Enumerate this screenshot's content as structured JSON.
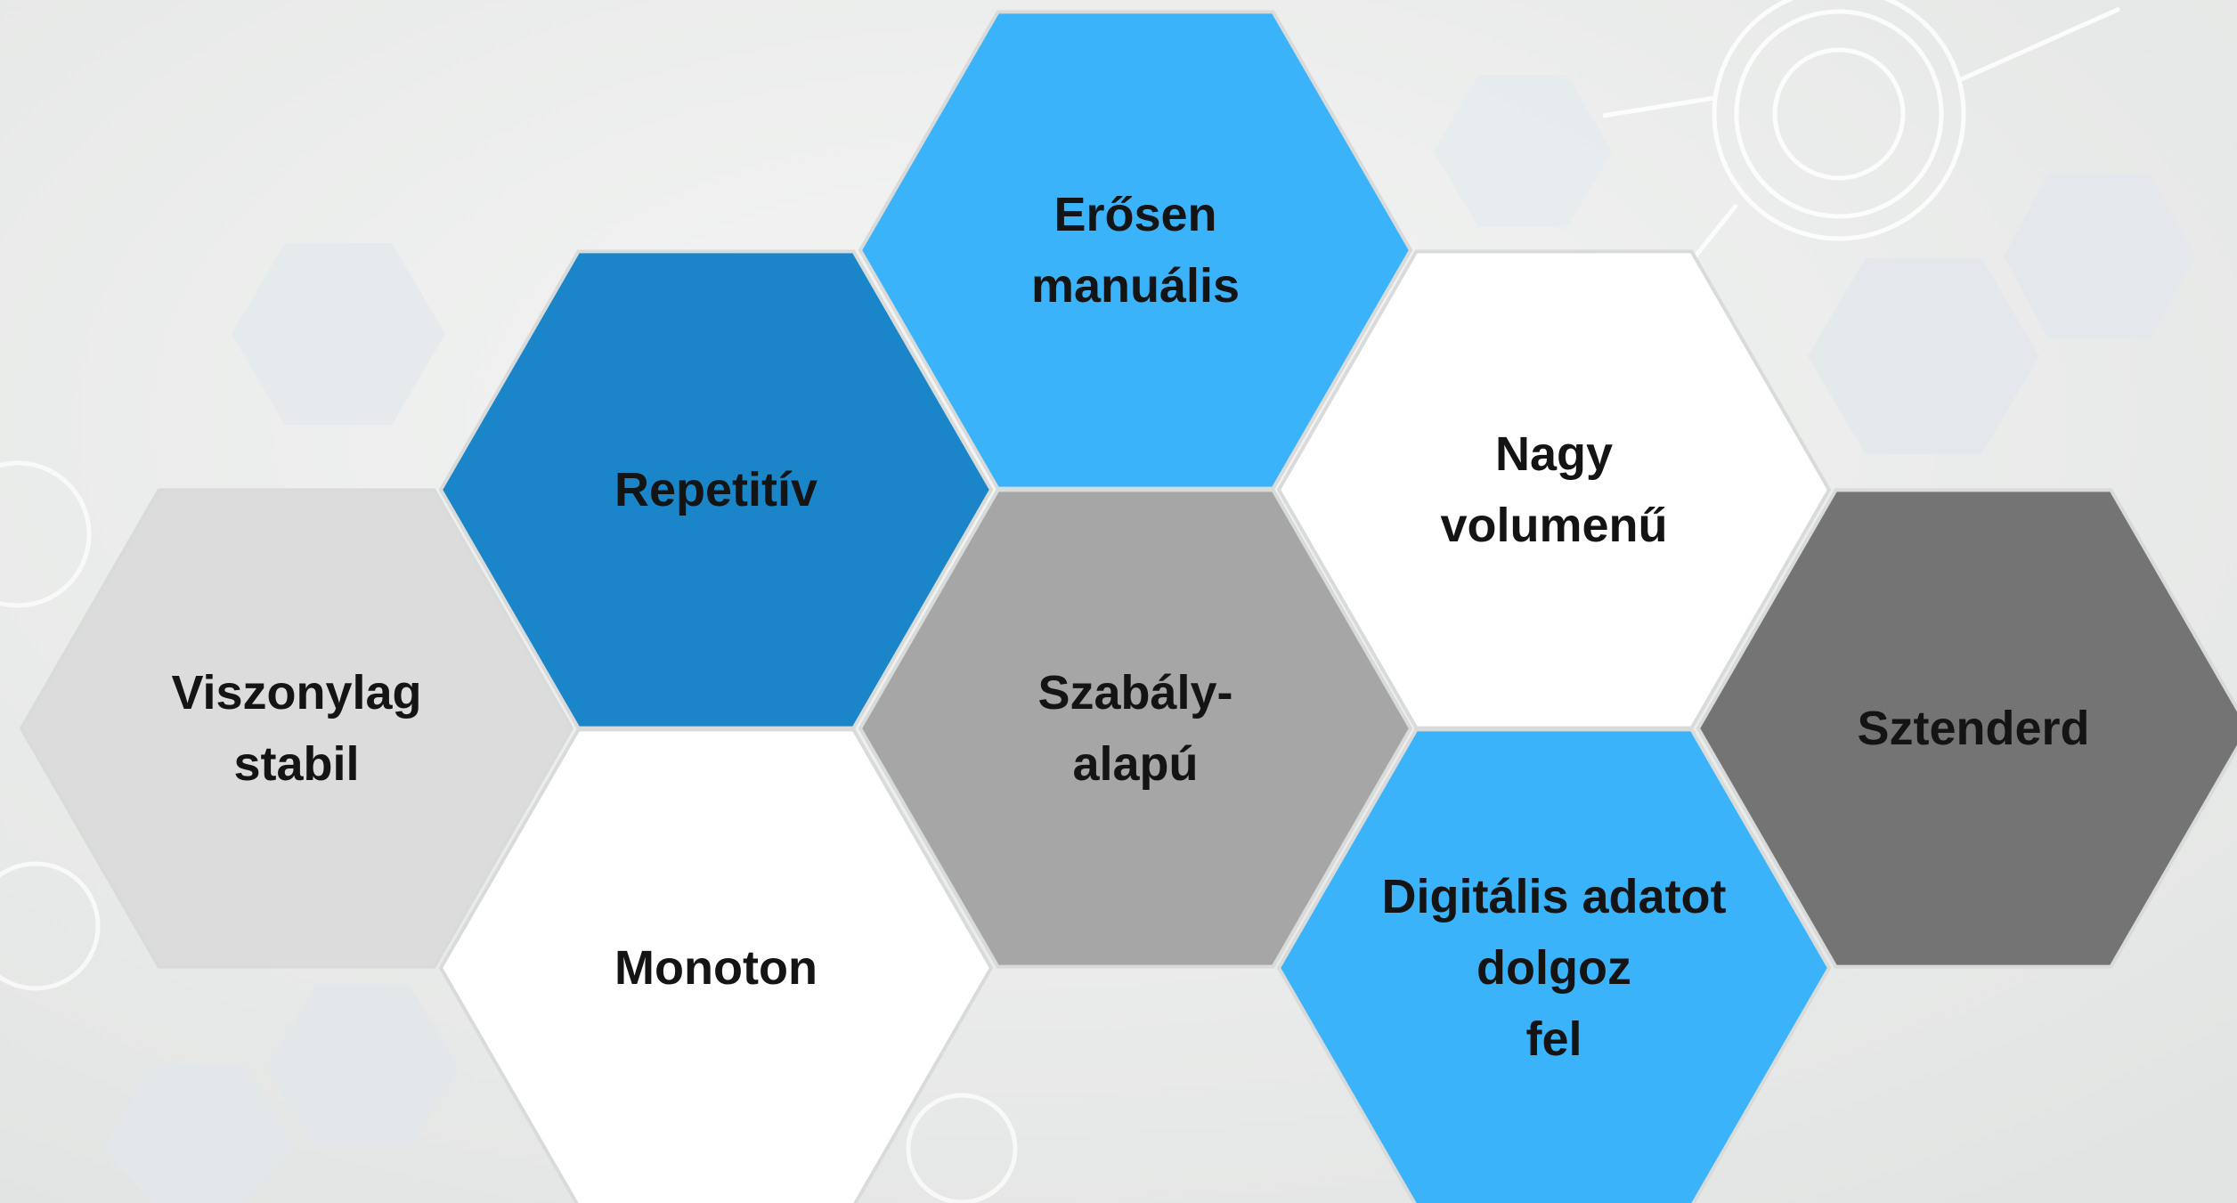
{
  "colors": {
    "background": "#ecedec",
    "light_blue": "#3ab3fb",
    "medium_blue": "#1a86c9",
    "light_gray": "#dcdcdc",
    "medium_gray": "#a6a6a6",
    "dark_gray": "#747474",
    "white": "#ffffff",
    "label_text": "#141414"
  },
  "hexagons": [
    {
      "id": "erosen-manualis",
      "lines": [
        "Erősen",
        "manuális"
      ],
      "color": "light_blue"
    },
    {
      "id": "repetitiv",
      "lines": [
        "Repetitív"
      ],
      "color": "medium_blue"
    },
    {
      "id": "nagy-volumenu",
      "lines": [
        "Nagy",
        "volumenű"
      ],
      "color": "white"
    },
    {
      "id": "viszonylag-stabil",
      "lines": [
        "Viszonylag",
        "stabil"
      ],
      "color": "light_gray"
    },
    {
      "id": "szabaly-alapu",
      "lines": [
        "Szabály-",
        "alapú"
      ],
      "color": "medium_gray"
    },
    {
      "id": "sztenderd",
      "lines": [
        "Sztenderd"
      ],
      "color": "dark_gray"
    },
    {
      "id": "monoton",
      "lines": [
        "Monoton"
      ],
      "color": "white"
    },
    {
      "id": "digitalis-adatot",
      "lines": [
        "Digitális adatot",
        "dolgoz",
        "fel"
      ],
      "color": "light_blue"
    }
  ]
}
